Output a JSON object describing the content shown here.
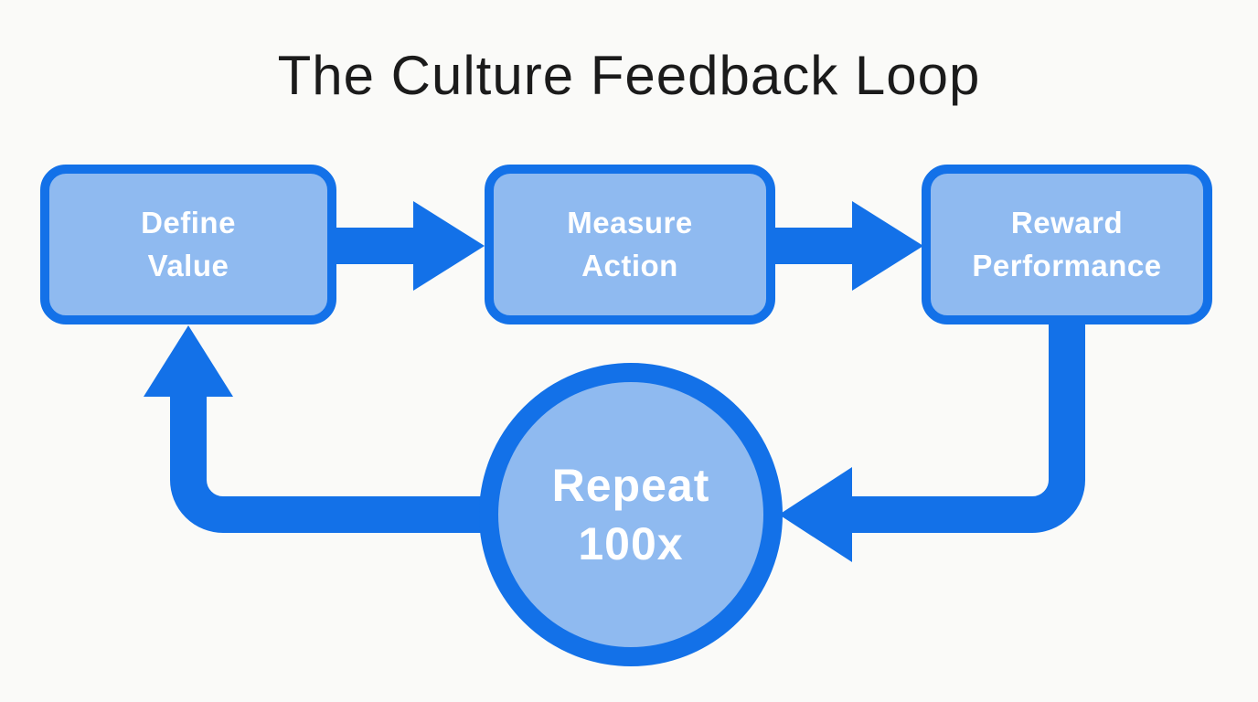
{
  "title": "The Culture Feedback Loop",
  "flow": {
    "nodes": [
      {
        "line1": "Define",
        "line2": "Value"
      },
      {
        "line1": "Measure",
        "line2": "Action"
      },
      {
        "line1": "Reward",
        "line2": "Performance"
      }
    ],
    "loop_node": {
      "line1": "Repeat",
      "line2": "100x"
    }
  },
  "colors": {
    "arrow_blue": "#1371E8",
    "node_fill": "#8FBAF0",
    "node_text": "#FFFFFF",
    "title_text": "#1B1B1B",
    "background": "#FAFAF8"
  }
}
